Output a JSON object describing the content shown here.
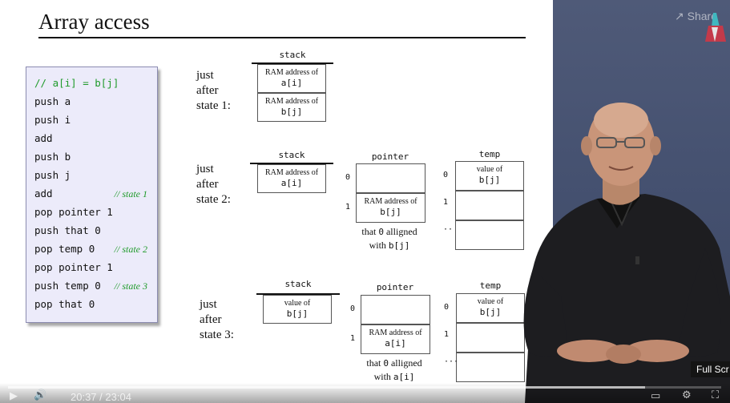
{
  "slide": {
    "title": "Array access",
    "code": [
      {
        "text": "// a[i] = b[j]",
        "comment": true,
        "note": ""
      },
      {
        "text": "push a",
        "comment": false,
        "note": ""
      },
      {
        "text": "push i",
        "comment": false,
        "note": ""
      },
      {
        "text": "add",
        "comment": false,
        "note": ""
      },
      {
        "text": "push b",
        "comment": false,
        "note": ""
      },
      {
        "text": "push j",
        "comment": false,
        "note": ""
      },
      {
        "text": "add",
        "comment": false,
        "note": "// state 1"
      },
      {
        "text": "pop pointer 1",
        "comment": false,
        "note": ""
      },
      {
        "text": "push that 0",
        "comment": false,
        "note": ""
      },
      {
        "text": "pop temp 0",
        "comment": false,
        "note": "// state 2"
      },
      {
        "text": "pop pointer 1",
        "comment": false,
        "note": ""
      },
      {
        "text": "push temp 0",
        "comment": false,
        "note": "// state 3"
      },
      {
        "text": "pop that 0",
        "comment": false,
        "note": ""
      }
    ],
    "states": {
      "s1": {
        "label": "just\nafter\nstate 1:",
        "stack_title": "stack",
        "stack_cells": [
          {
            "line1": "RAM address of",
            "line2": "a[i]"
          },
          {
            "line1": "RAM address of",
            "line2": "b[j]"
          }
        ]
      },
      "s2": {
        "label": "just\nafter\nstate 2:",
        "stack_title": "stack",
        "stack_cells": [
          {
            "line1": "RAM address of",
            "line2": "a[i]"
          }
        ],
        "pointer_title": "pointer",
        "pointer_cells": [
          {
            "line1": "",
            "line2": ""
          },
          {
            "line1": "RAM address of",
            "line2": "b[j]"
          }
        ],
        "pointer_idx": [
          "0",
          "1"
        ],
        "note_prefix": "that",
        "note_zero": "0",
        "note_mid": "alligned",
        "note_with": "with",
        "note_target": "b[j]",
        "temp_title": "temp",
        "temp_cells": [
          {
            "line1": "value of",
            "line2": "b[j]"
          },
          {
            "line1": "",
            "line2": ""
          },
          {
            "line1": "",
            "line2": ""
          }
        ],
        "temp_idx": [
          "0",
          "1",
          "··"
        ]
      },
      "s3": {
        "label": "just\nafter\nstate 3:",
        "stack_title": "stack",
        "stack_cells": [
          {
            "line1": "value of",
            "line2": "b[j]"
          }
        ],
        "pointer_title": "pointer",
        "pointer_cells": [
          {
            "line1": "",
            "line2": ""
          },
          {
            "line1": "RAM address of",
            "line2": "a[i]"
          }
        ],
        "pointer_idx": [
          "0",
          "1"
        ],
        "note_prefix": "that",
        "note_zero": "0",
        "note_mid": "alligned",
        "note_with": "with",
        "note_target": "a[i]",
        "temp_title": "temp",
        "temp_cells": [
          {
            "line1": "value of",
            "line2": "b[j]"
          },
          {
            "line1": "",
            "line2": ""
          },
          {
            "line1": "",
            "line2": ""
          }
        ],
        "temp_idx": [
          "0",
          "1",
          "···"
        ]
      }
    }
  },
  "video": {
    "share_label": "Share",
    "fullscreen_tooltip": "Full Scr",
    "current_time": "20:37",
    "time_separator": "/",
    "duration": "23:04",
    "progress": 0.893,
    "icons": {
      "share": "share-icon",
      "play": "play-icon",
      "volume": "volume-icon",
      "captions": "captions-icon",
      "settings": "gear-icon",
      "fullscreen": "fullscreen-icon"
    }
  }
}
